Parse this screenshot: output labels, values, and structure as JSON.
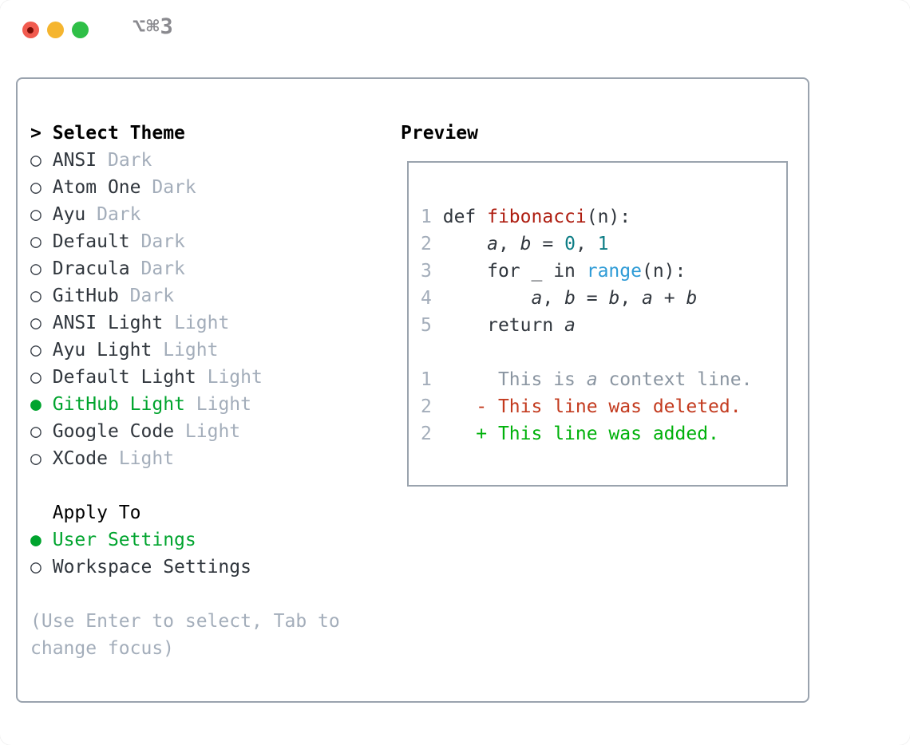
{
  "window": {
    "title": "⌥⌘3",
    "traffic_colors": {
      "close": "#f15b4f",
      "minimize": "#f5b52f",
      "zoom": "#2fbf47"
    }
  },
  "glyphs": {
    "focus_prefix": ">",
    "unselected_marker": "○",
    "selected_marker": "●"
  },
  "colors": {
    "selection_green": "#00a42e",
    "added_green": "#00b10b",
    "deleted_red": "#c33a1e",
    "function_red": "#ae1d10",
    "number_teal": "#0d7d85",
    "builtin_blue": "#2e9bd6",
    "muted_gray": "#a3adba",
    "border_gray": "#9aa3ae",
    "text_dark": "#30363d"
  },
  "theme_panel": {
    "header": "Select Theme",
    "themes": [
      {
        "name": "ANSI",
        "tag": "Dark",
        "selected": false
      },
      {
        "name": "Atom One",
        "tag": "Dark",
        "selected": false
      },
      {
        "name": "Ayu",
        "tag": "Dark",
        "selected": false
      },
      {
        "name": "Default",
        "tag": "Dark",
        "selected": false
      },
      {
        "name": "Dracula",
        "tag": "Dark",
        "selected": false
      },
      {
        "name": "GitHub",
        "tag": "Dark",
        "selected": false
      },
      {
        "name": "ANSI Light",
        "tag": "Light",
        "selected": false
      },
      {
        "name": "Ayu Light",
        "tag": "Light",
        "selected": false
      },
      {
        "name": "Default Light",
        "tag": "Light",
        "selected": false
      },
      {
        "name": "GitHub Light",
        "tag": "Light",
        "selected": true
      },
      {
        "name": "Google Code",
        "tag": "Light",
        "selected": false
      },
      {
        "name": "XCode",
        "tag": "Light",
        "selected": false
      }
    ],
    "apply_to": {
      "label": "Apply To",
      "options": [
        {
          "name": "User Settings",
          "selected": true
        },
        {
          "name": "Workspace Settings",
          "selected": false
        }
      ]
    },
    "hint_lines": [
      "(Use Enter to select, Tab to",
      "change focus)"
    ]
  },
  "preview": {
    "header": "Preview",
    "lines": [
      {
        "num": "1",
        "segments": [
          {
            "text": "def ",
            "style": "code"
          },
          {
            "text": "fibonacci",
            "style": "function"
          },
          {
            "text": "(n):",
            "style": "code"
          }
        ]
      },
      {
        "num": "2",
        "segments": [
          {
            "text": "    ",
            "style": "code"
          },
          {
            "text": "a",
            "style": "variable"
          },
          {
            "text": ", ",
            "style": "code"
          },
          {
            "text": "b",
            "style": "variable"
          },
          {
            "text": " = ",
            "style": "code"
          },
          {
            "text": "0",
            "style": "number"
          },
          {
            "text": ", ",
            "style": "code"
          },
          {
            "text": "1",
            "style": "number"
          }
        ]
      },
      {
        "num": "3",
        "segments": [
          {
            "text": "    for _ in ",
            "style": "code"
          },
          {
            "text": "range",
            "style": "builtin"
          },
          {
            "text": "(n):",
            "style": "code"
          }
        ]
      },
      {
        "num": "4",
        "segments": [
          {
            "text": "        ",
            "style": "code"
          },
          {
            "text": "a",
            "style": "variable"
          },
          {
            "text": ", ",
            "style": "code"
          },
          {
            "text": "b",
            "style": "variable"
          },
          {
            "text": " = ",
            "style": "code"
          },
          {
            "text": "b",
            "style": "variable"
          },
          {
            "text": ", ",
            "style": "code"
          },
          {
            "text": "a",
            "style": "variable"
          },
          {
            "text": " + ",
            "style": "code"
          },
          {
            "text": "b",
            "style": "variable"
          }
        ]
      },
      {
        "num": "5",
        "segments": [
          {
            "text": "    return ",
            "style": "code"
          },
          {
            "text": "a",
            "style": "variable"
          }
        ]
      },
      {
        "num": "",
        "segments": []
      },
      {
        "num": "1",
        "segments": [
          {
            "text": "     This is ",
            "style": "context"
          },
          {
            "text": "a",
            "style": "context-var"
          },
          {
            "text": " context line.",
            "style": "context"
          }
        ]
      },
      {
        "num": "2",
        "segments": [
          {
            "text": "   - This line was deleted.",
            "style": "deleted"
          }
        ]
      },
      {
        "num": "2",
        "segments": [
          {
            "text": "   + This line was added.",
            "style": "added"
          }
        ]
      }
    ]
  }
}
